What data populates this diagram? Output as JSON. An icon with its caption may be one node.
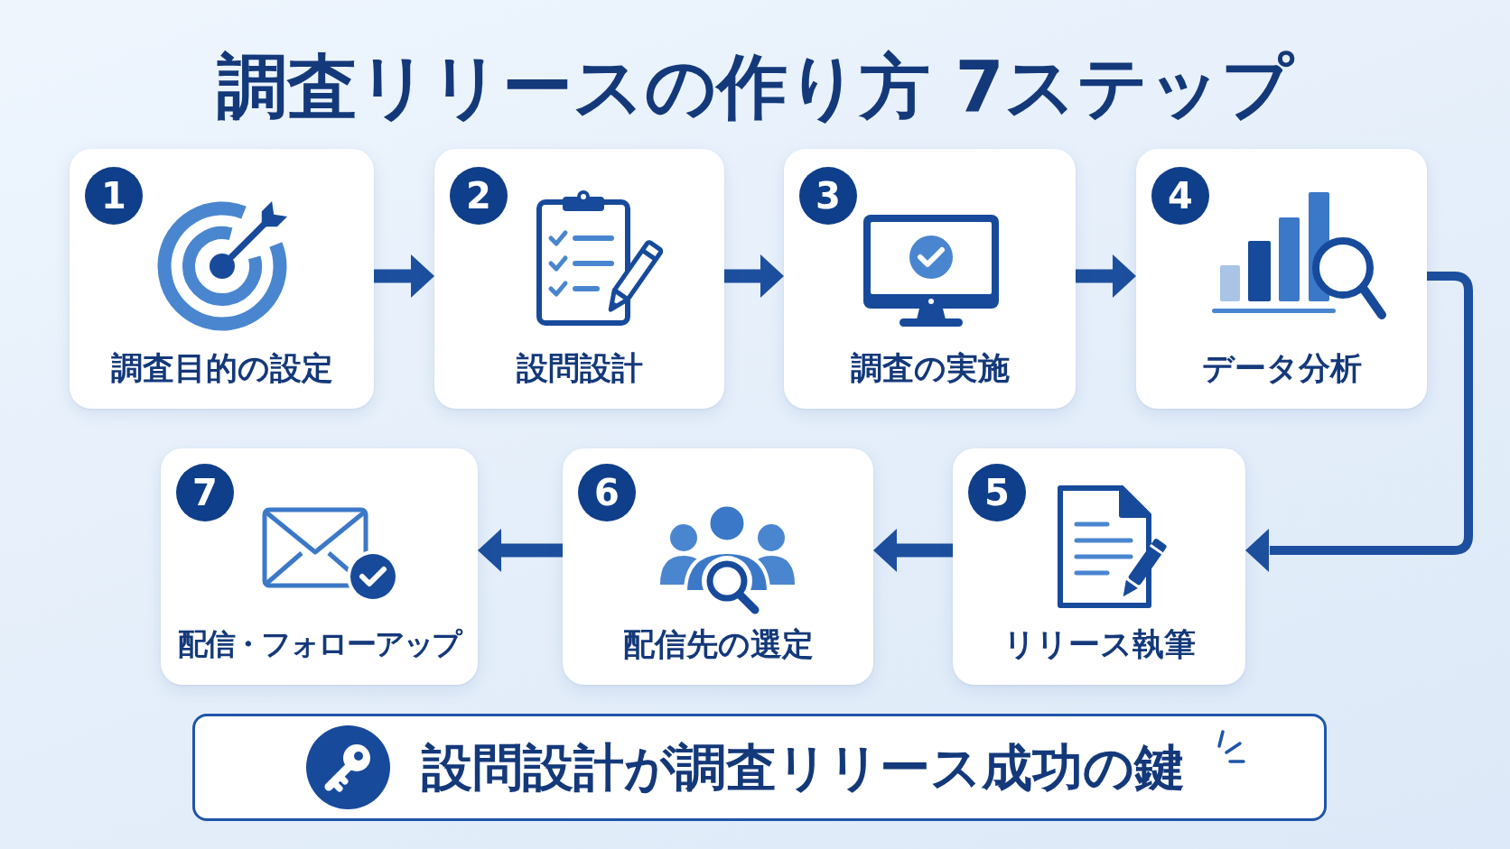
{
  "diagram": {
    "title": "調査リリースの作り方 7ステップ",
    "nodes": [
      {
        "text": [
          "1",
          "調査目的の設定"
        ]
      },
      {
        "text": [
          "2",
          "設問設計"
        ]
      },
      {
        "text": [
          "3",
          "調査の実施"
        ]
      },
      {
        "text": [
          "4",
          "データ分析"
        ]
      },
      {
        "text": [
          "5",
          "リリース執筆"
        ]
      },
      {
        "text": [
          "6",
          "配信先の選定"
        ]
      },
      {
        "text": [
          "7",
          "配信・フォローアップ"
        ]
      },
      {
        "text": [
          "設問設計が調査リリース成功の鍵"
        ]
      }
    ],
    "edges": [
      {
        "from": 0,
        "to": 1,
        "arrow": "to"
      },
      {
        "from": 1,
        "to": 2,
        "arrow": "to"
      },
      {
        "from": 2,
        "to": 3,
        "arrow": "to"
      },
      {
        "from": 3,
        "to": 4,
        "arrow": "to"
      },
      {
        "from": 4,
        "to": 5,
        "arrow": "to"
      },
      {
        "from": 5,
        "to": 6,
        "arrow": "to"
      }
    ]
  }
}
